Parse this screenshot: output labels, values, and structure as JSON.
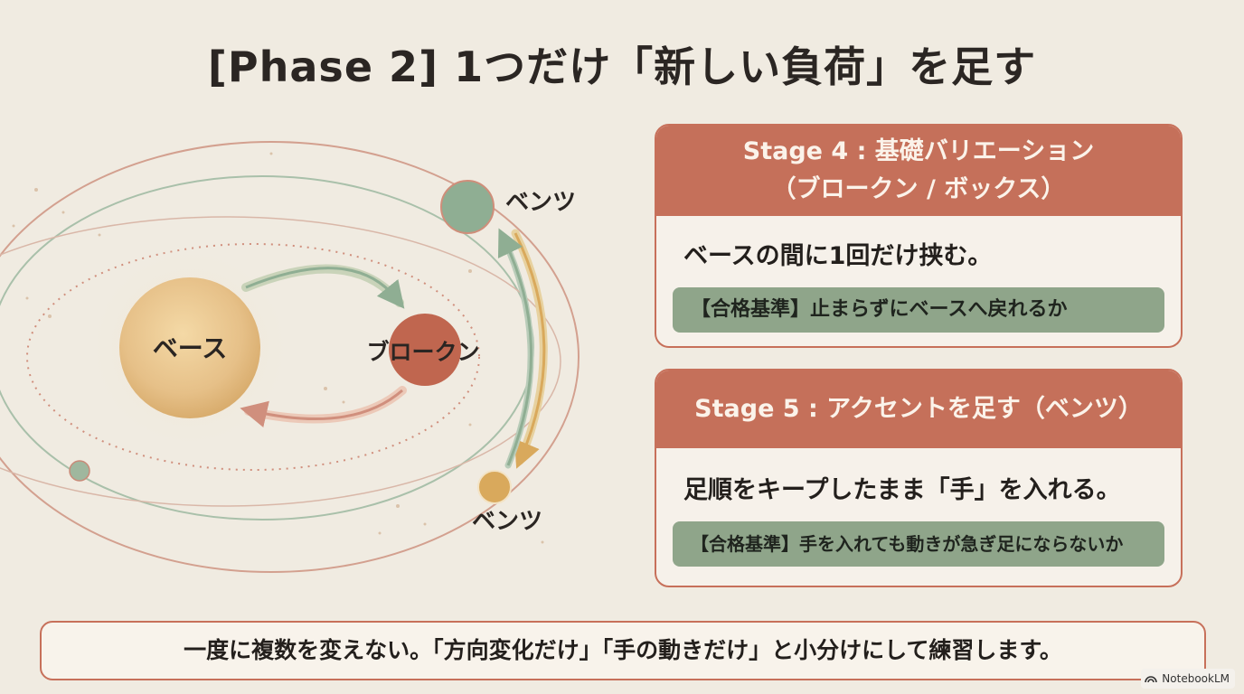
{
  "title": "[Phase 2]  1つだけ「新しい負荷」を足す",
  "diagram": {
    "nodes": {
      "base": "ベース",
      "broken": "ブロークン",
      "bentsu_top": "ベンツ",
      "bentsu_bottom": "ベンツ"
    },
    "colors": {
      "base": "#e8c48a",
      "broken": "#c0664f",
      "bentsu_top": "#8fae93",
      "bentsu_bottom": "#d9a95c",
      "orbit_red": "#d08f7d",
      "orbit_green": "#9fbba3"
    }
  },
  "cards": [
    {
      "header_line1": "Stage 4 : 基礎バリエーション",
      "header_line2": "（ブロークン / ボックス）",
      "body": "ベースの間に1回だけ挟む。",
      "criteria": "【合格基準】止まらずにベースへ戻れるか"
    },
    {
      "header_line1": "Stage 5 : アクセントを足す（ベンツ）",
      "body": "足順をキープしたまま「手」を入れる。",
      "criteria": "【合格基準】手を入れても動きが急ぎ足にならないか"
    }
  ],
  "footer": "一度に複数を変えない。「方向変化だけ」「手の動きだけ」と小分けにして練習します。",
  "watermark": "NotebookLM",
  "colors": {
    "background": "#f0ebe1",
    "accent_red": "#c5705a",
    "criteria_green": "#8fa58a"
  }
}
